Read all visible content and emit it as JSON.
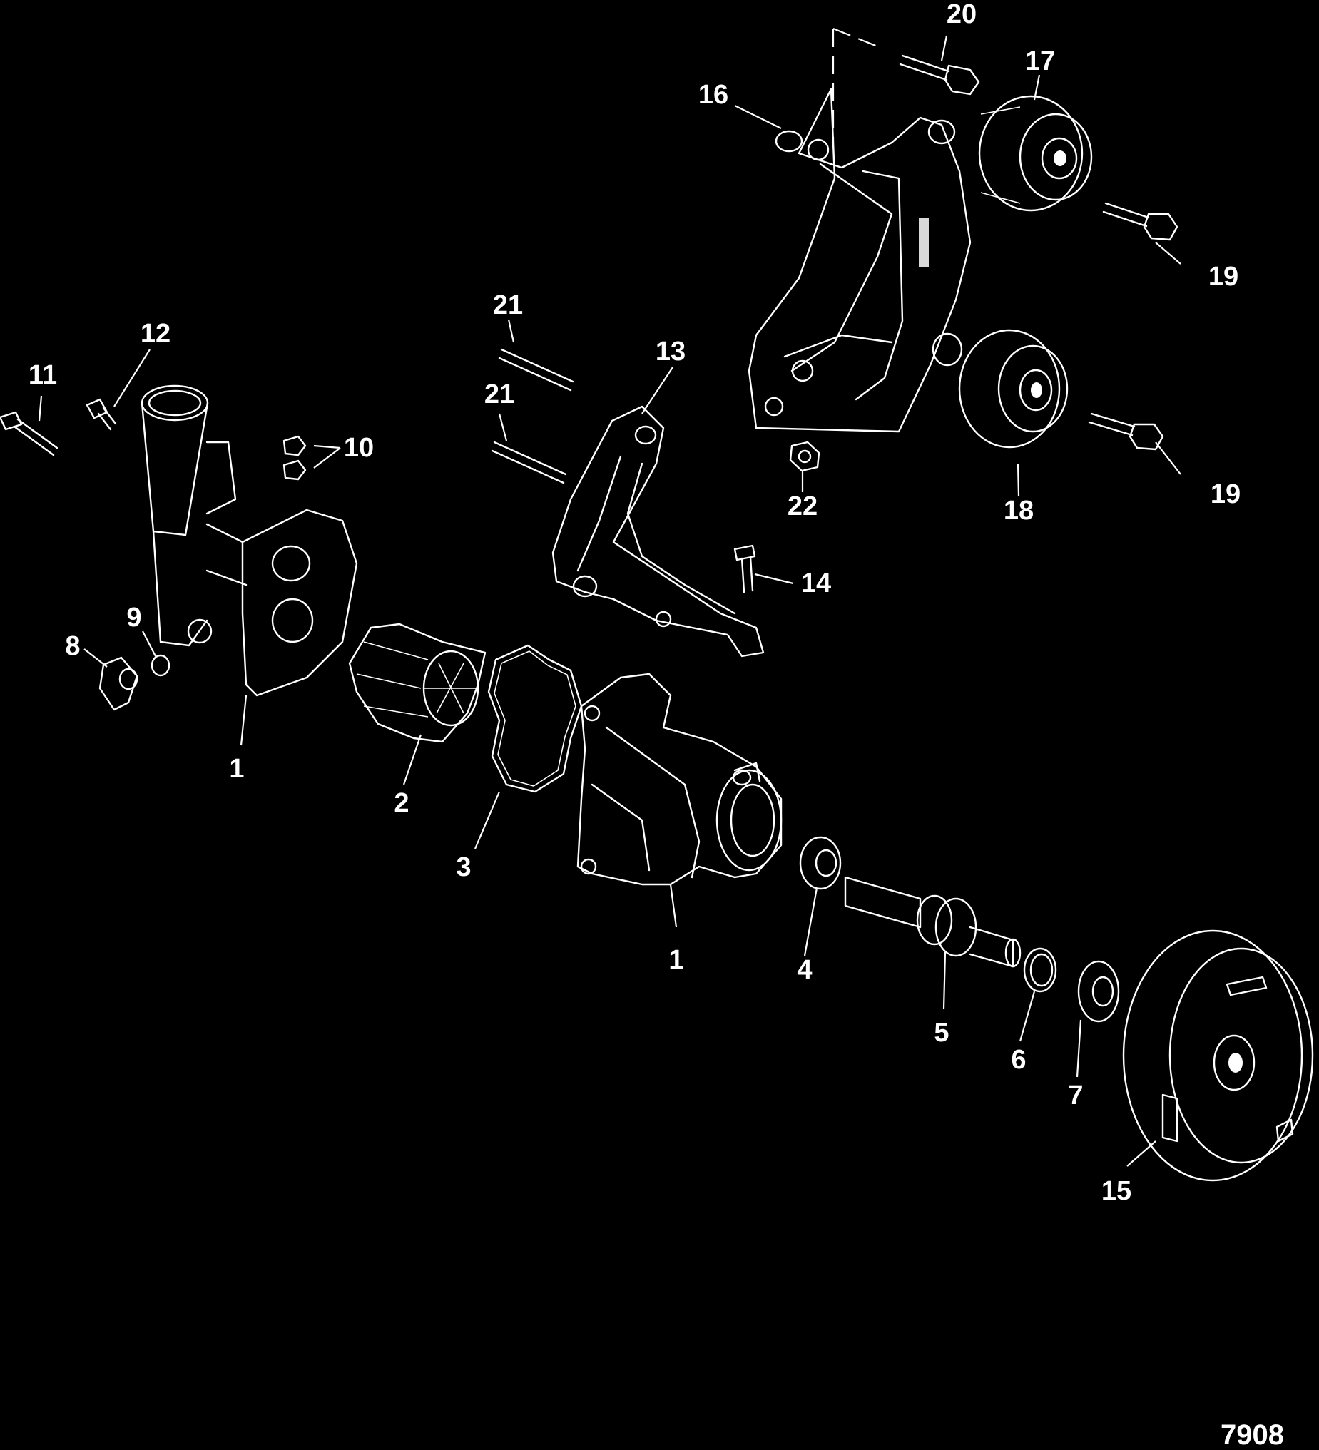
{
  "diagram": {
    "figure_number": "7908",
    "callouts": [
      {
        "id": "c20",
        "label": "20"
      },
      {
        "id": "c17",
        "label": "17"
      },
      {
        "id": "c16",
        "label": "16"
      },
      {
        "id": "c19a",
        "label": "19"
      },
      {
        "id": "c21a",
        "label": "21"
      },
      {
        "id": "c12",
        "label": "12"
      },
      {
        "id": "c13",
        "label": "13"
      },
      {
        "id": "c11",
        "label": "11"
      },
      {
        "id": "c21b",
        "label": "21"
      },
      {
        "id": "c10",
        "label": "10"
      },
      {
        "id": "c22",
        "label": "22"
      },
      {
        "id": "c18",
        "label": "18"
      },
      {
        "id": "c19b",
        "label": "19"
      },
      {
        "id": "c14",
        "label": "14"
      },
      {
        "id": "c9",
        "label": "9"
      },
      {
        "id": "c8",
        "label": "8"
      },
      {
        "id": "c1a",
        "label": "1"
      },
      {
        "id": "c2",
        "label": "2"
      },
      {
        "id": "c3",
        "label": "3"
      },
      {
        "id": "c1b",
        "label": "1"
      },
      {
        "id": "c4",
        "label": "4"
      },
      {
        "id": "c5",
        "label": "5"
      },
      {
        "id": "c6",
        "label": "6"
      },
      {
        "id": "c7",
        "label": "7"
      },
      {
        "id": "c15",
        "label": "15"
      }
    ],
    "colors": {
      "background": "#000000",
      "linework": "#ffffff"
    }
  }
}
